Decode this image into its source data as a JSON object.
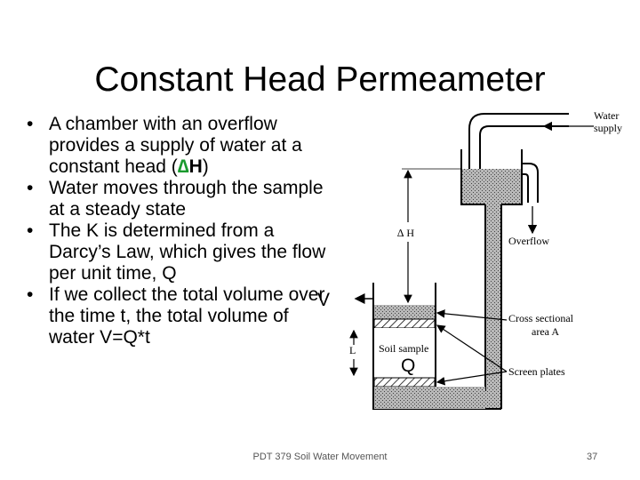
{
  "slide": {
    "title": "Constant Head Permeameter",
    "bullets": {
      "b1_text": "A chamber with an overflow provides a supply of water at a constant head (",
      "b1_delta": "∆",
      "b1_h": "H",
      "b1_end": ")",
      "b2": "Water moves through the sample at a steady state",
      "b3": "The K is determined from a Darcy’s Law, which gives the flow per unit time, Q",
      "b4": "If we collect the total volume over the time t, the total volume of water V=Q*t"
    },
    "diagram": {
      "water_supply_1": "Water",
      "water_supply_2": "supply",
      "delta_h": "∆ H",
      "overflow": "Overflow",
      "cross_section_1": "Cross sectional",
      "cross_section_2": "area A",
      "soil_sample": "Soil sample",
      "length": "L",
      "screen_plates": "Screen plates",
      "outflow_label": "V",
      "flow_label": "Q"
    },
    "footer": "PDT 379 Soil Water Movement",
    "page_number": "37"
  },
  "colors": {
    "delta_symbol": "#1a9a2e",
    "stipple_fill": "#9a9a9a"
  }
}
